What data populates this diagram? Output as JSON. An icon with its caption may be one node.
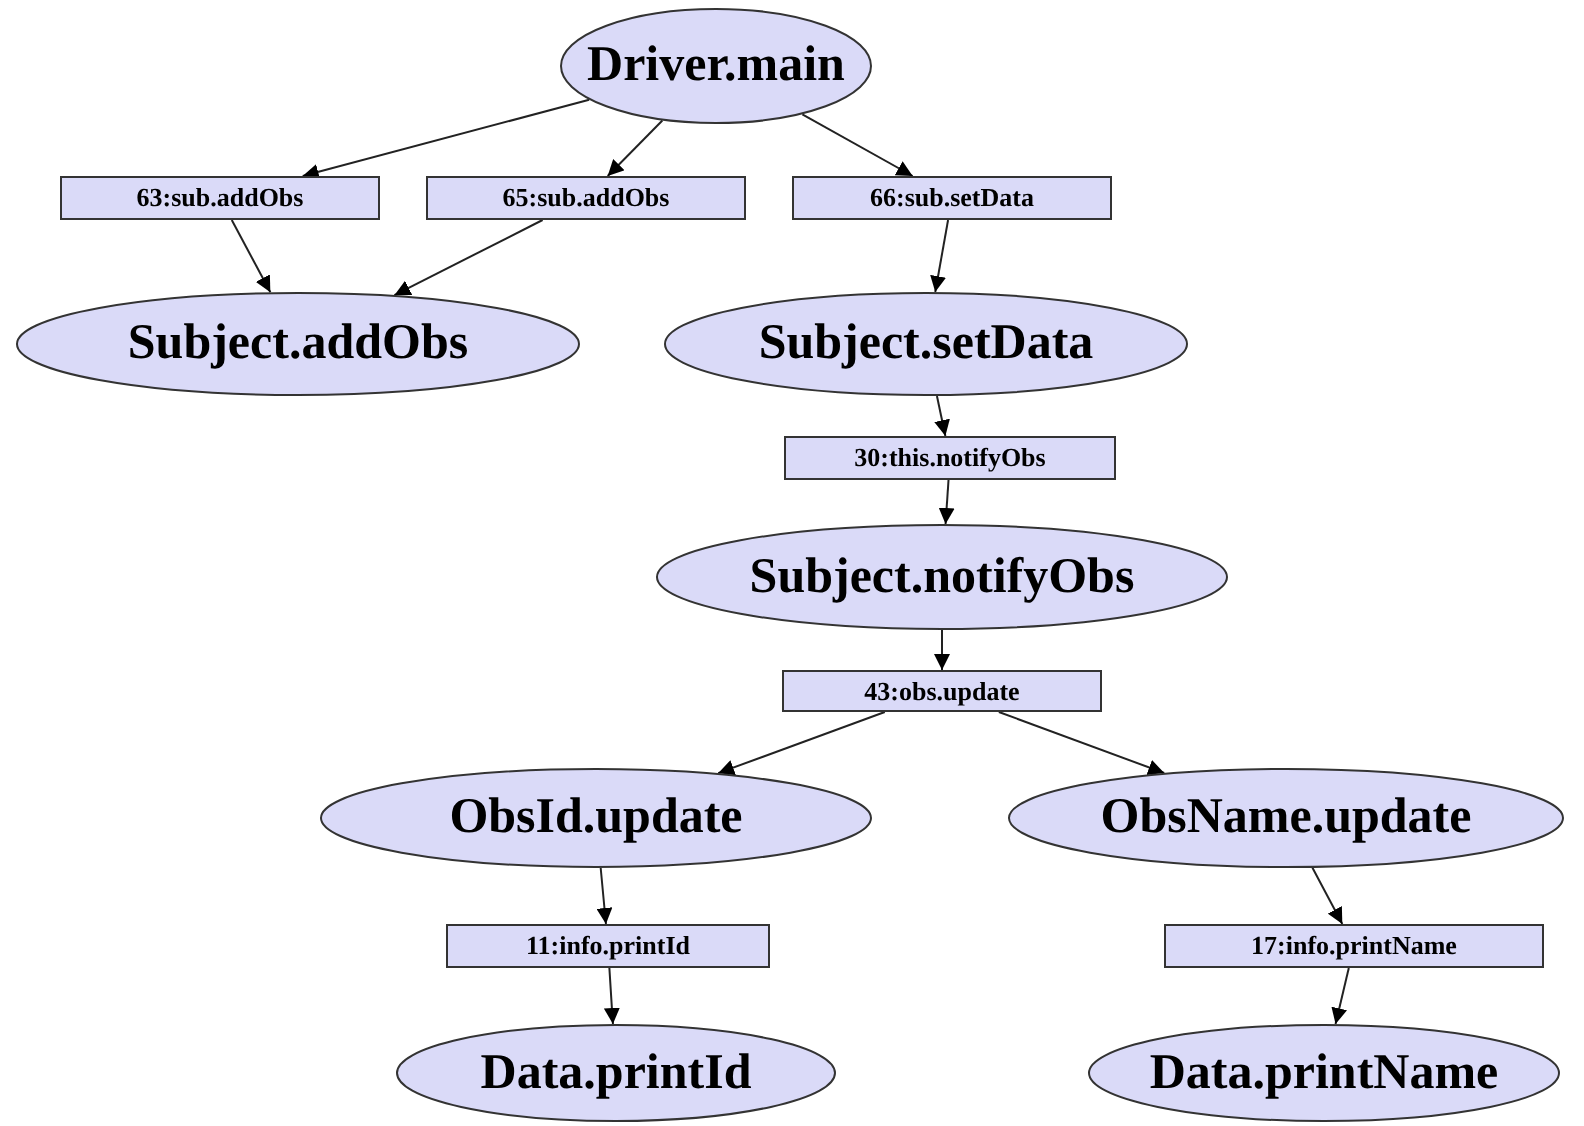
{
  "diagram": {
    "nodes": [
      {
        "text": [
          "Driver.main"
        ]
      },
      {
        "text": [
          "63:sub.addObs"
        ]
      },
      {
        "text": [
          "65:sub.addObs"
        ]
      },
      {
        "text": [
          "66:sub.setData"
        ]
      },
      {
        "text": [
          "Subject.addObs"
        ]
      },
      {
        "text": [
          "Subject.setData"
        ]
      },
      {
        "text": [
          "30:this.notifyObs"
        ]
      },
      {
        "text": [
          "Subject.notifyObs"
        ]
      },
      {
        "text": [
          "43:obs.update"
        ]
      },
      {
        "text": [
          "ObsId.update"
        ]
      },
      {
        "text": [
          "ObsName.update"
        ]
      },
      {
        "text": [
          "11:info.printId"
        ]
      },
      {
        "text": [
          "17:info.printName"
        ]
      },
      {
        "text": [
          "Data.printId"
        ]
      },
      {
        "text": [
          "Data.printName"
        ]
      }
    ],
    "edges": [
      {
        "from": 0,
        "to": 1,
        "arrow": "to"
      },
      {
        "from": 0,
        "to": 2,
        "arrow": "to"
      },
      {
        "from": 0,
        "to": 3,
        "arrow": "to"
      },
      {
        "from": 1,
        "to": 4,
        "arrow": "to"
      },
      {
        "from": 2,
        "to": 4,
        "arrow": "to"
      },
      {
        "from": 3,
        "to": 5,
        "arrow": "to"
      },
      {
        "from": 5,
        "to": 6,
        "arrow": "to"
      },
      {
        "from": 6,
        "to": 7,
        "arrow": "to"
      },
      {
        "from": 7,
        "to": 8,
        "arrow": "to"
      },
      {
        "from": 8,
        "to": 9,
        "arrow": "to"
      },
      {
        "from": 8,
        "to": 10,
        "arrow": "to"
      },
      {
        "from": 9,
        "to": 11,
        "arrow": "to"
      },
      {
        "from": 11,
        "to": 13,
        "arrow": "to"
      },
      {
        "from": 10,
        "to": 12,
        "arrow": "to"
      },
      {
        "from": 12,
        "to": 14,
        "arrow": "to"
      }
    ]
  }
}
